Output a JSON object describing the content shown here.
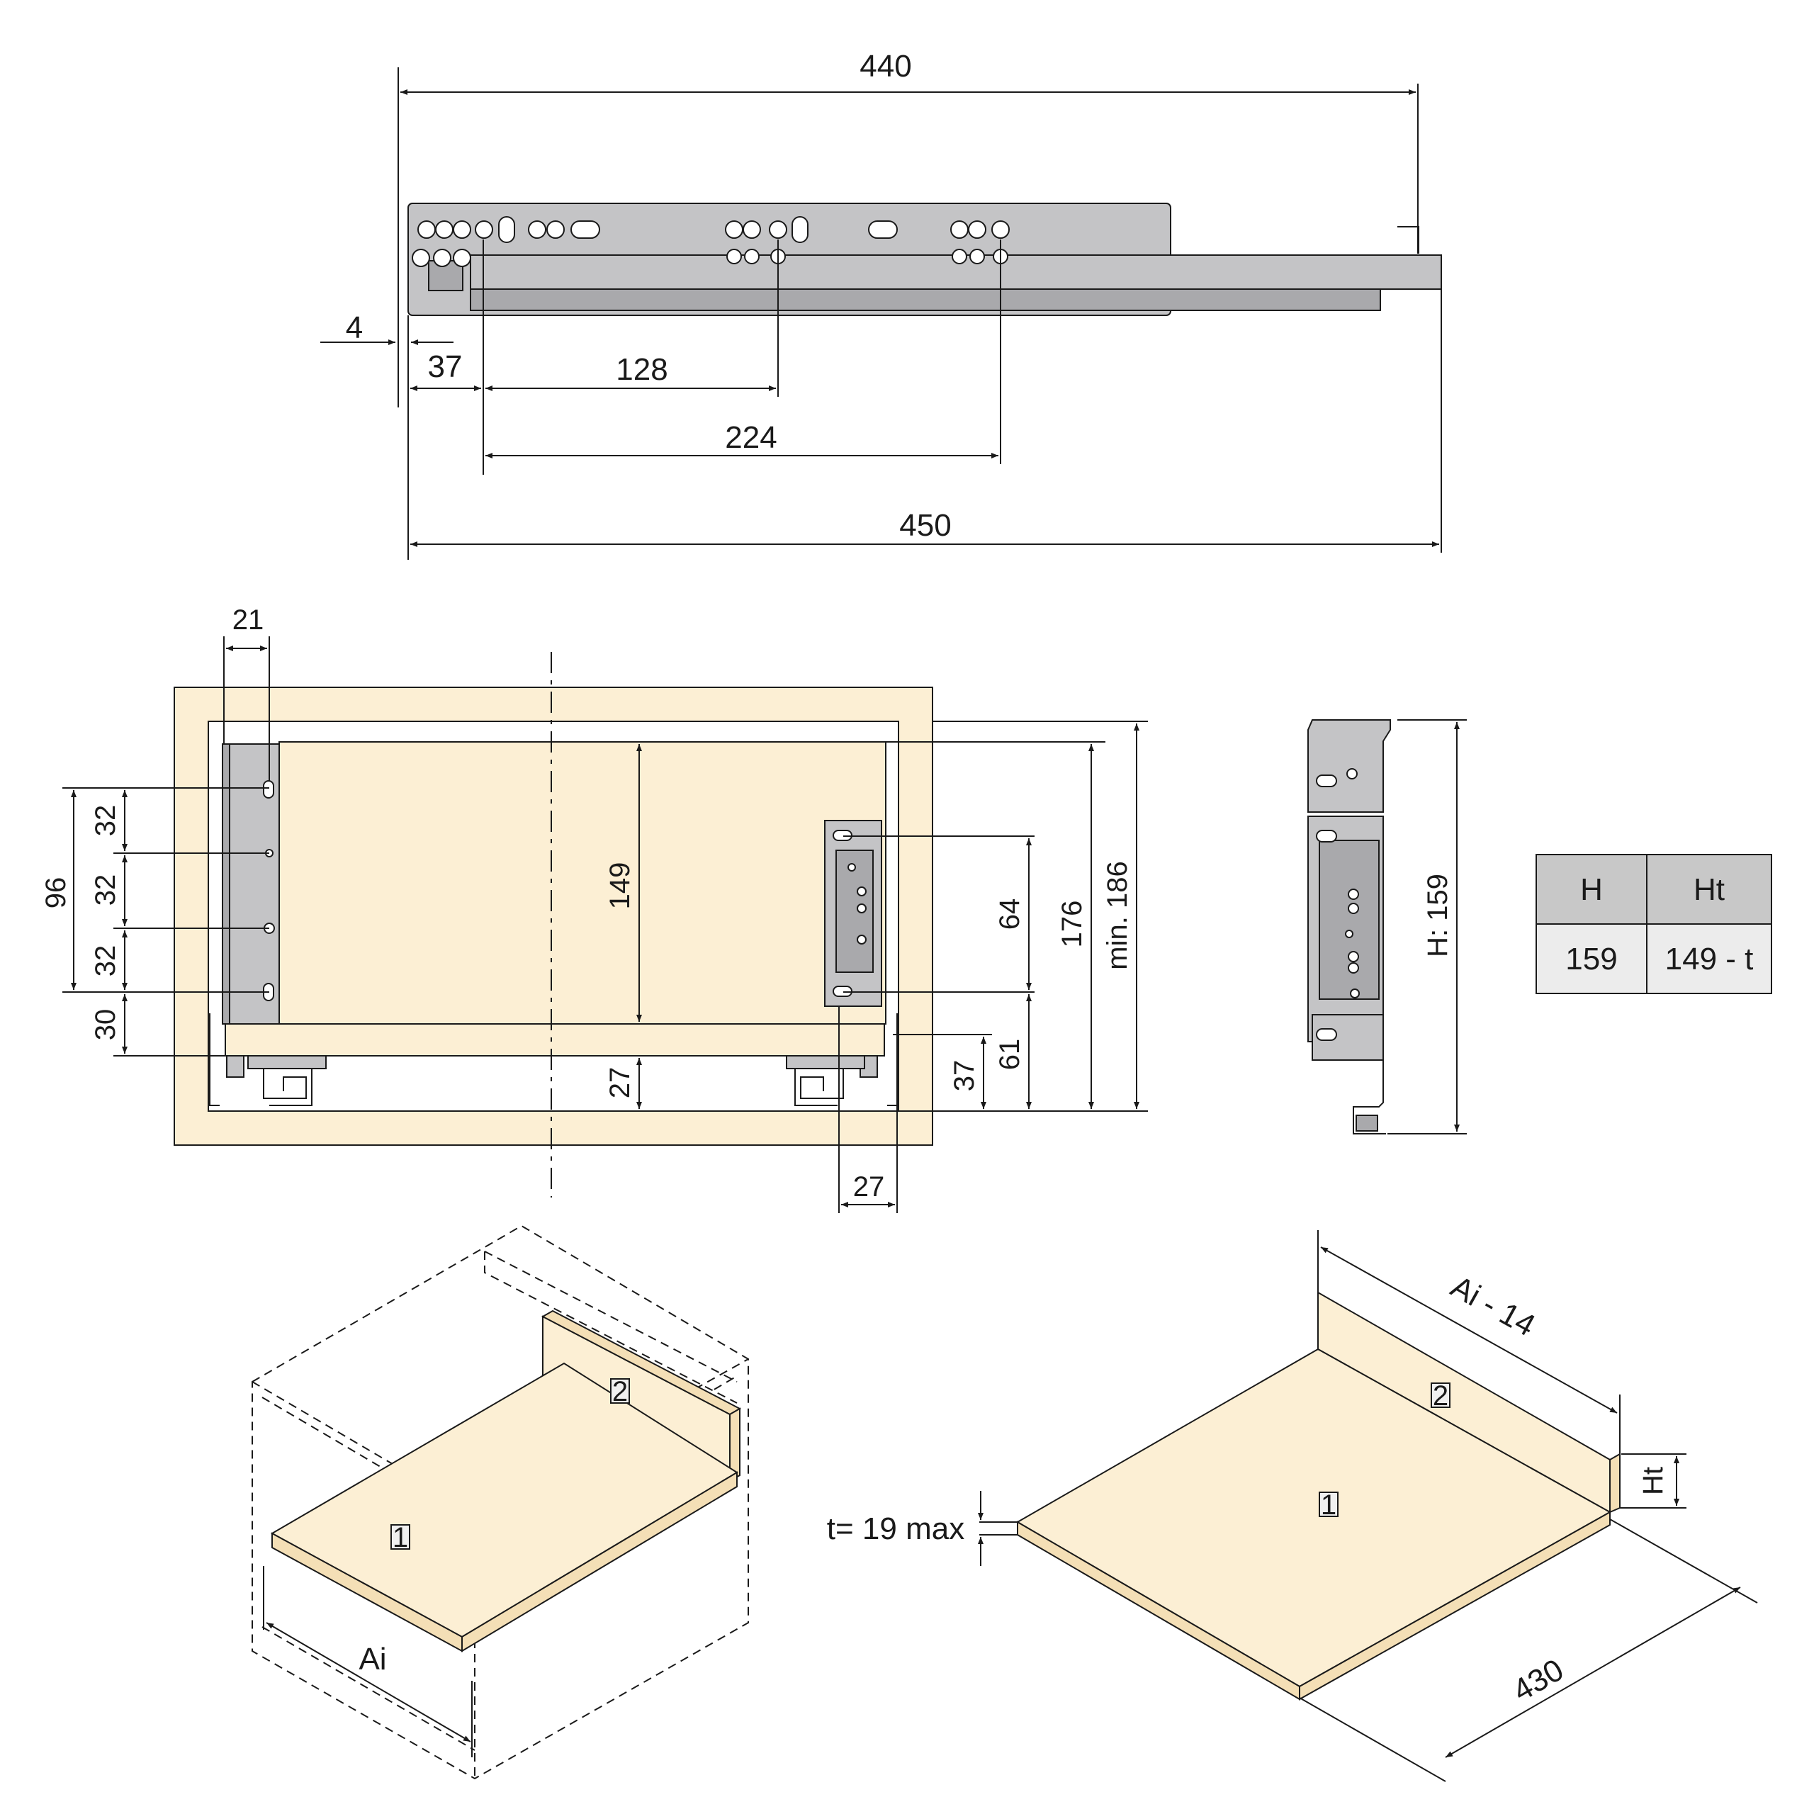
{
  "colors": {
    "wood": "#fcefd4",
    "metal": "#c4c4c6",
    "line": "#1a1a1a",
    "table_header": "#c8c8c8",
    "table_body": "#ececec"
  },
  "side_view": {
    "d_440": "440",
    "d_450": "450",
    "d_4": "4",
    "d_37": "37",
    "d_128": "128",
    "d_224": "224"
  },
  "front_view": {
    "d_21": "21",
    "d_96": "96",
    "d_32a": "32",
    "d_32b": "32",
    "d_32c": "32",
    "d_30": "30",
    "d_149": "149",
    "d_27v": "27",
    "d_64": "64",
    "d_61": "61",
    "d_37": "37",
    "d_176": "176",
    "d_min186": "min. 186",
    "d_27h": "27"
  },
  "bracket": {
    "height_label": "H: 159"
  },
  "table": {
    "h_header": "H",
    "ht_header": "Ht",
    "h_value": "159",
    "ht_value": "149 - t"
  },
  "iso_left": {
    "part1": "1",
    "part2": "2",
    "ai_label": "Ai"
  },
  "iso_right": {
    "part1": "1",
    "part2": "2",
    "ai14_label": "Ai - 14",
    "ht_label": "Ht",
    "t_label": "t= 19 max",
    "d_430": "430"
  }
}
